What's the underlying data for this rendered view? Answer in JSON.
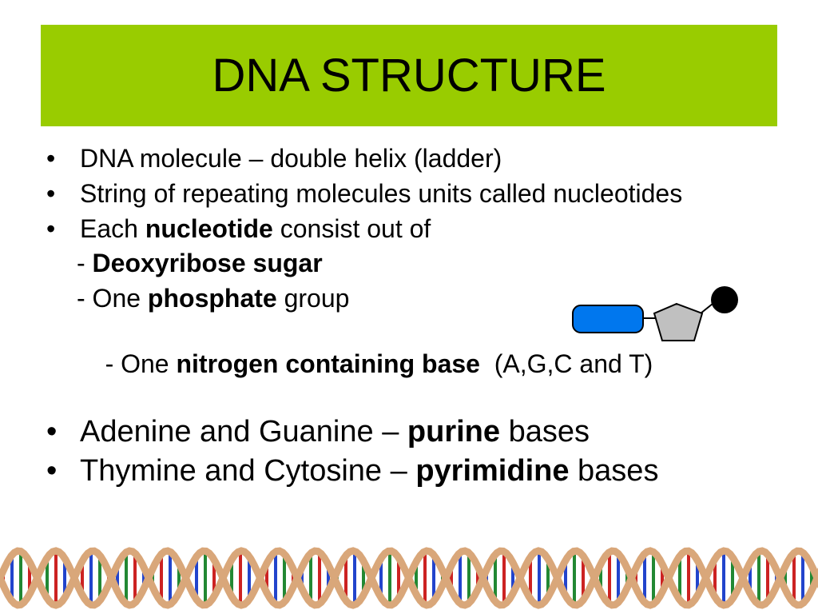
{
  "title": "DNA STRUCTURE",
  "bullets": {
    "b1": "DNA molecule – double helix (ladder)",
    "b2": "String of repeating molecules units called nucleotides",
    "b3_pre": "Each ",
    "b3_bold": "nucleotide",
    "b3_post": " consist out of",
    "sub1_pre": "- ",
    "sub1_bold": "Deoxyribose sugar",
    "sub2_pre": "- One ",
    "sub2_bold": "phosphate",
    "sub2_post": " group",
    "sub3_pre": "- One ",
    "sub3_bold": "nitrogen containing base",
    "sub3_post": "  (A,G,C and T)",
    "b4_pre": "Adenine and Guanine – ",
    "b4_bold": "purine",
    "b4_post": " bases",
    "b5_pre": "Thymine and Cytosine – ",
    "b5_bold": "pyrimidine",
    "b5_post": " bases",
    "bullet_char": "•"
  },
  "colors": {
    "title_bg": "#99cc00",
    "base_rect": "#0077ee",
    "sugar": "#c0c0c0",
    "phosphate": "#000000",
    "helix_strand": "#d9a77a"
  }
}
